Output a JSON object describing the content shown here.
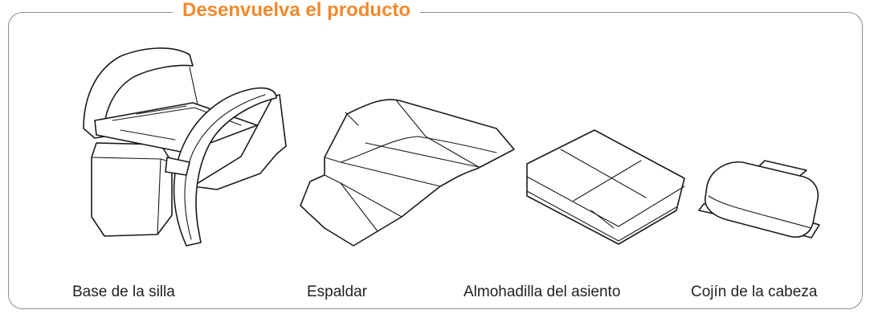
{
  "title": "Desenvuelva el producto",
  "accent_color": "#f08a2c",
  "items": [
    {
      "label": "Base de la silla",
      "icon": "chair-base-illustration"
    },
    {
      "label": "Espaldar",
      "icon": "backrest-illustration"
    },
    {
      "label": "Almohadilla del asiento",
      "icon": "seat-pad-illustration"
    },
    {
      "label": "Cojín de la cabeza",
      "icon": "head-cushion-illustration"
    }
  ]
}
